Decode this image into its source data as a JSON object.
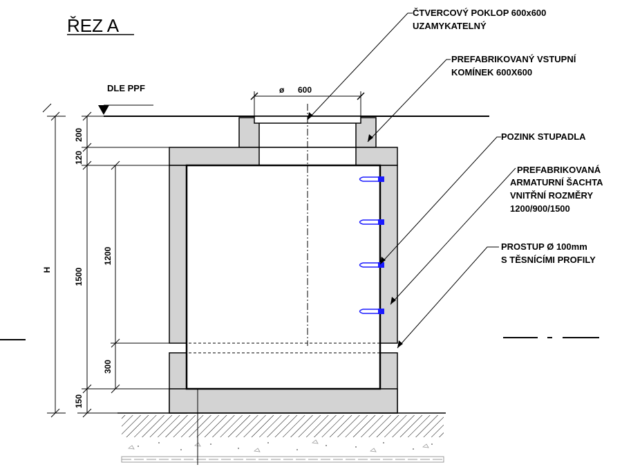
{
  "title": "ŘEZ A",
  "level_label": "DLE PPF",
  "top_dim": {
    "symbol": "ø",
    "value": "600"
  },
  "left_dims": {
    "d200": "200",
    "d120": "120",
    "d1200": "1200",
    "d300": "300",
    "d150": "150",
    "d1500": "1500",
    "h": "H"
  },
  "annotations": {
    "cover": [
      "ČTVERCOVÝ POKLOP 600x600",
      "UZAMYKATELNÝ"
    ],
    "chimney": [
      "PREFABRIKOVANÝ VSTUPNÍ",
      "KOMÍNEK 600X600"
    ],
    "steps": [
      "POZINK STUPADLA"
    ],
    "shaft": [
      "PREFABRIKOVANÁ",
      "ARMATURNÍ ŠACHTA",
      "VNITŘNÍ ROZMĚRY",
      "1200/900/1500"
    ],
    "passage": [
      "PROSTUP Ø 100mm",
      "S TĚSNÍCÍMI PROFILY"
    ]
  },
  "colors": {
    "concrete": "#d3d3d3",
    "step": "#1a1aff",
    "line": "#000000"
  }
}
